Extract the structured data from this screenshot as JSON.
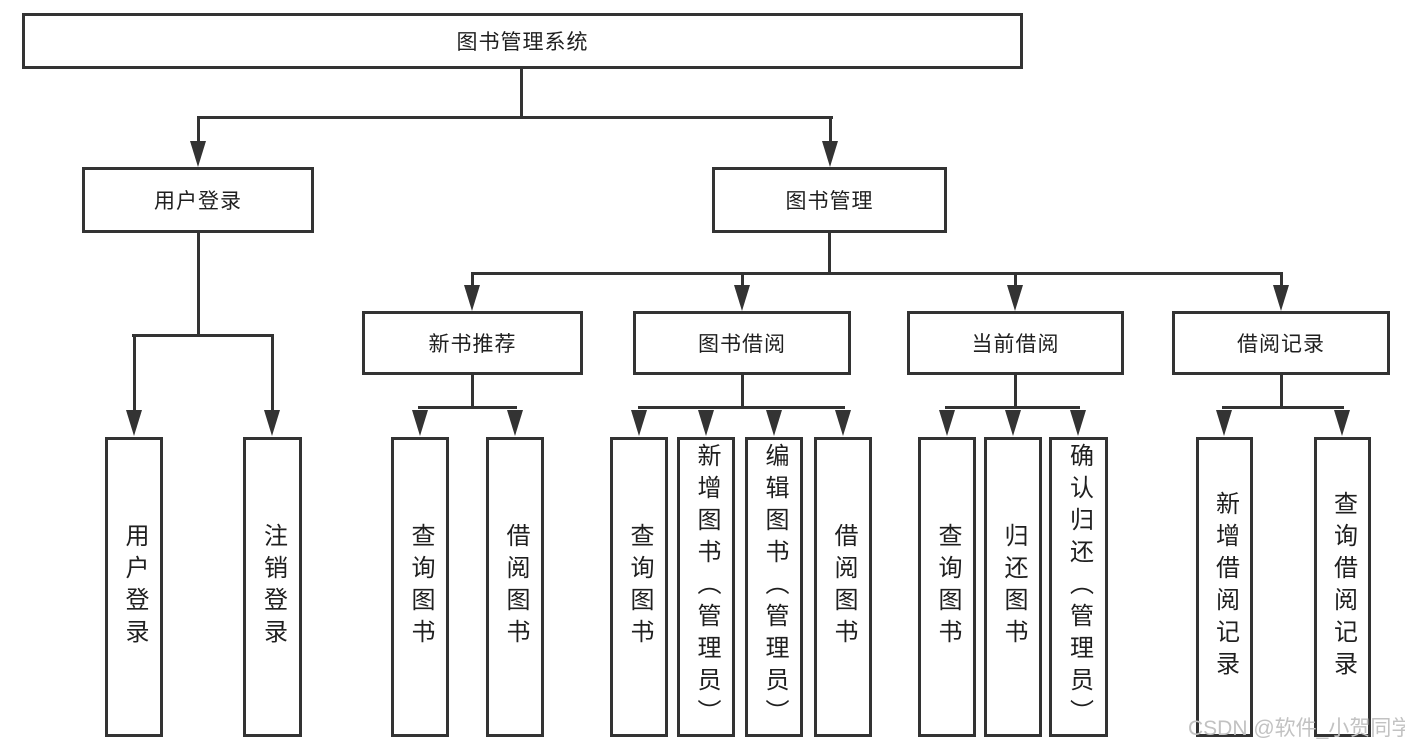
{
  "diagram": {
    "root_label": "图书管理系统",
    "branches": [
      {
        "label": "用户登录",
        "children": [
          "用户登录",
          "注销登录"
        ]
      },
      {
        "label": "图书管理",
        "modules": [
          {
            "label": "新书推荐",
            "children": [
              "查询图书",
              "借阅图书"
            ]
          },
          {
            "label": "图书借阅",
            "children": [
              "查询图书",
              "新增图书（管理员）",
              "编辑图书（管理员）",
              "借阅图书"
            ]
          },
          {
            "label": "当前借阅",
            "children": [
              "查询图书",
              "归还图书",
              "确认归还（管理员）"
            ]
          },
          {
            "label": "借阅记录",
            "children": [
              "新增借阅记录",
              "查询借阅记录"
            ]
          }
        ]
      }
    ]
  },
  "watermark": {
    "text": "CSDN @软件_小贺同学"
  },
  "colors": {
    "line": "#333333",
    "text": "#1f1f1f",
    "watermark": "#c2c2c2",
    "background": "#ffffff"
  }
}
